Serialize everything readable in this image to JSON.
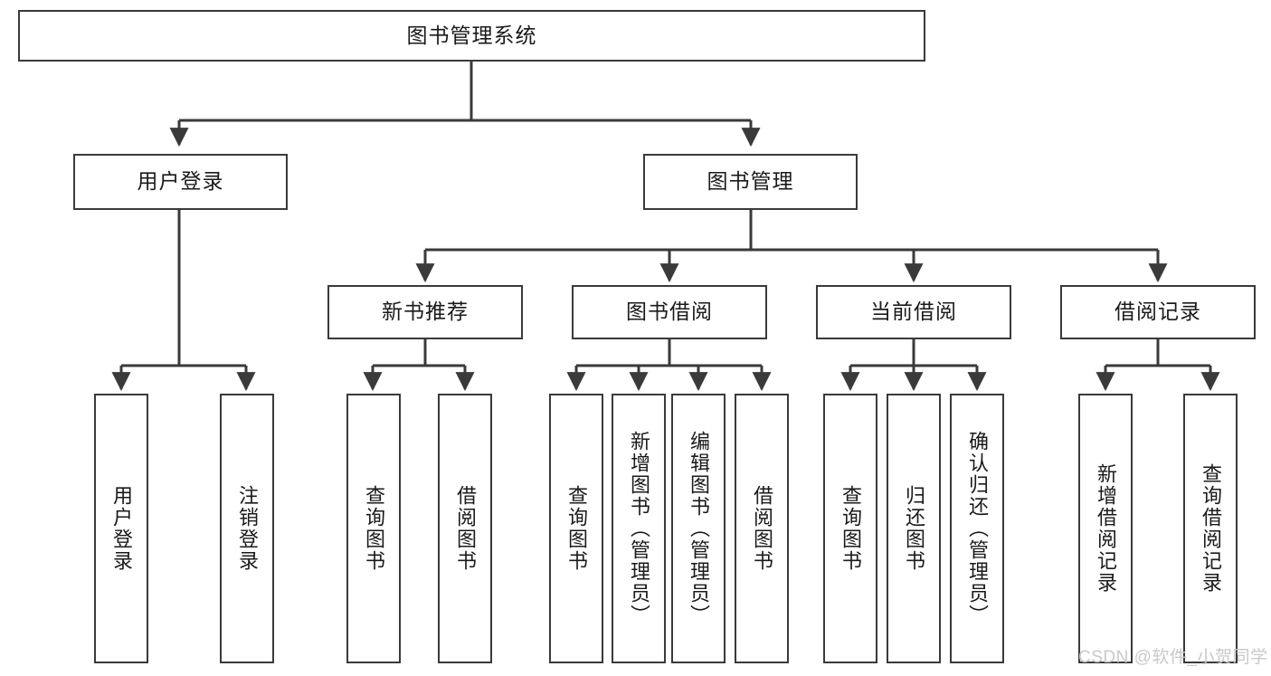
{
  "diagram": {
    "title": "图书管理系统",
    "type": "hierarchy-tree",
    "colors": {
      "box_border": "#3a3a3a",
      "box_fill": "#ffffff",
      "connector": "#3a3a3a",
      "text": "#1a1a1a",
      "watermark": "#c9c9c9"
    },
    "root": {
      "label": "图书管理系统"
    },
    "level2": [
      {
        "label": "用户登录"
      },
      {
        "label": "图书管理"
      }
    ],
    "level3": [
      {
        "label": "新书推荐"
      },
      {
        "label": "图书借阅"
      },
      {
        "label": "当前借阅"
      },
      {
        "label": "借阅记录"
      }
    ],
    "leaves": {
      "user_login": [
        {
          "label": "用户登录"
        },
        {
          "label": "注销登录"
        }
      ],
      "new_book_recommend": [
        {
          "label": "查询图书"
        },
        {
          "label": "借阅图书"
        }
      ],
      "book_borrow": [
        {
          "label": "查询图书"
        },
        {
          "label": "新增图书（管理员）"
        },
        {
          "label": "编辑图书（管理员）"
        },
        {
          "label": "借阅图书"
        }
      ],
      "current_borrow": [
        {
          "label": "查询图书"
        },
        {
          "label": "归还图书"
        },
        {
          "label": "确认归还（管理员）"
        }
      ],
      "borrow_record": [
        {
          "label": "新增借阅记录"
        },
        {
          "label": "查询借阅记录"
        }
      ]
    },
    "watermark": "CSDN @软件_小贺同学"
  }
}
